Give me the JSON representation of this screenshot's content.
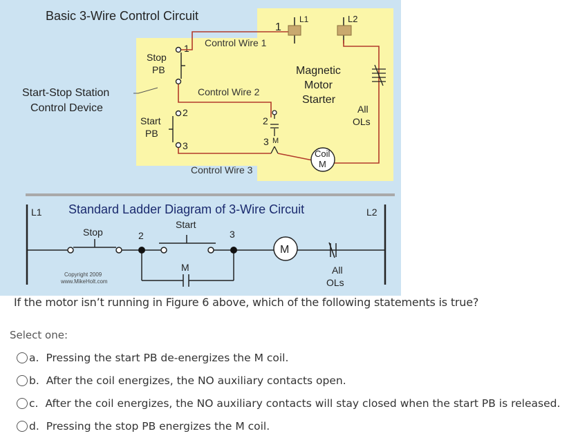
{
  "figure": {
    "title": "Basic 3-Wire Control Circuit",
    "labels": {
      "control_wire_1": "Control Wire 1",
      "control_wire_2": "Control Wire 2",
      "control_wire_3": "Control Wire 3",
      "stop_pb_line1": "Stop",
      "stop_pb_line2": "PB",
      "start_pb_line1": "Start",
      "start_pb_line2": "PB",
      "station_line1": "Start-Stop Station",
      "station_line2": "Control Device",
      "starter_line1": "Magnetic",
      "starter_line2": "Motor",
      "starter_line3": "Starter",
      "all_ols_line1": "All",
      "all_ols_line2": "OLs",
      "coil_line1": "Coil",
      "coil_line2": "M",
      "n1": "1",
      "n1b": "1",
      "n2": "2",
      "n2b": "2",
      "n3": "3",
      "n3b": "3",
      "m_small": "M",
      "l1_top": "L1",
      "l2_top": "L2"
    },
    "ladder": {
      "title": "Standard Ladder Diagram of 3-Wire Circuit",
      "l1": "L1",
      "l2": "L2",
      "stop": "Stop",
      "start": "Start",
      "n2": "2",
      "n3": "3",
      "coil": "M",
      "aux": "M",
      "ols_line1": "All",
      "ols_line2": "OLs",
      "copyright_line1": "Copyright 2009",
      "copyright_line2": "www.MikeHolt.com"
    }
  },
  "question": {
    "text": "If the motor isn’t running in Figure 6 above, which of the following statements is true?",
    "select_label": "Select one:",
    "options": [
      {
        "letter": "a.",
        "text": "Pressing the start PB de-energizes the M coil."
      },
      {
        "letter": "b.",
        "text": "After the coil energizes, the NO auxiliary contacts open."
      },
      {
        "letter": "c.",
        "text": "After the coil energizes, the NO auxiliary contacts will stay closed when the start PB is released."
      },
      {
        "letter": "d.",
        "text": "Pressing the stop PB energizes the M coil."
      }
    ]
  }
}
